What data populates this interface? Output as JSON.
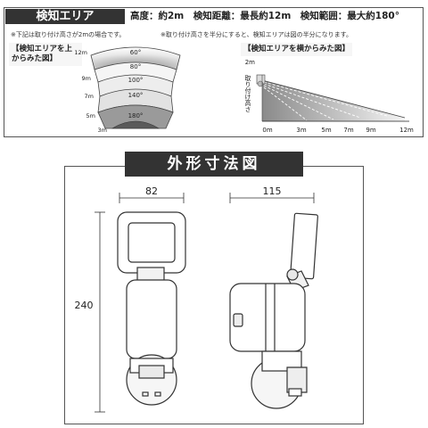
{
  "detection_area": {
    "title": "検知エリア",
    "specs": "高度：約2m　検知距離：最長約12m　検知範囲：最大約180°",
    "note_left": "※下記は取り付け高さが2mの場合です。",
    "note_right": "※取り付け高さを半分にすると、検知エリアは図の半分になります。",
    "top_view_caption": "【検知エリアを上からみた図】",
    "side_view_caption": "【検知エリアを横からみた図】",
    "top_view": {
      "distance_labels": [
        "12m",
        "9m",
        "7m",
        "5m",
        "3m"
      ],
      "angle_labels": [
        "60°",
        "80°",
        "100°",
        "140°",
        "180°"
      ]
    },
    "side_view": {
      "height_label": "2m",
      "height_caption": "取り付け高さ",
      "distance_ticks": [
        "0m",
        "3m",
        "5m",
        "7m",
        "9m",
        "12m"
      ]
    }
  },
  "dimensions": {
    "title": "外形寸法図",
    "width_front": "82",
    "width_side": "115",
    "height": "240"
  },
  "colors": {
    "title_bg": "#333333",
    "zone_light": "#f4f4f4",
    "zone_dark": "#8a8a8a",
    "line": "#444444"
  }
}
